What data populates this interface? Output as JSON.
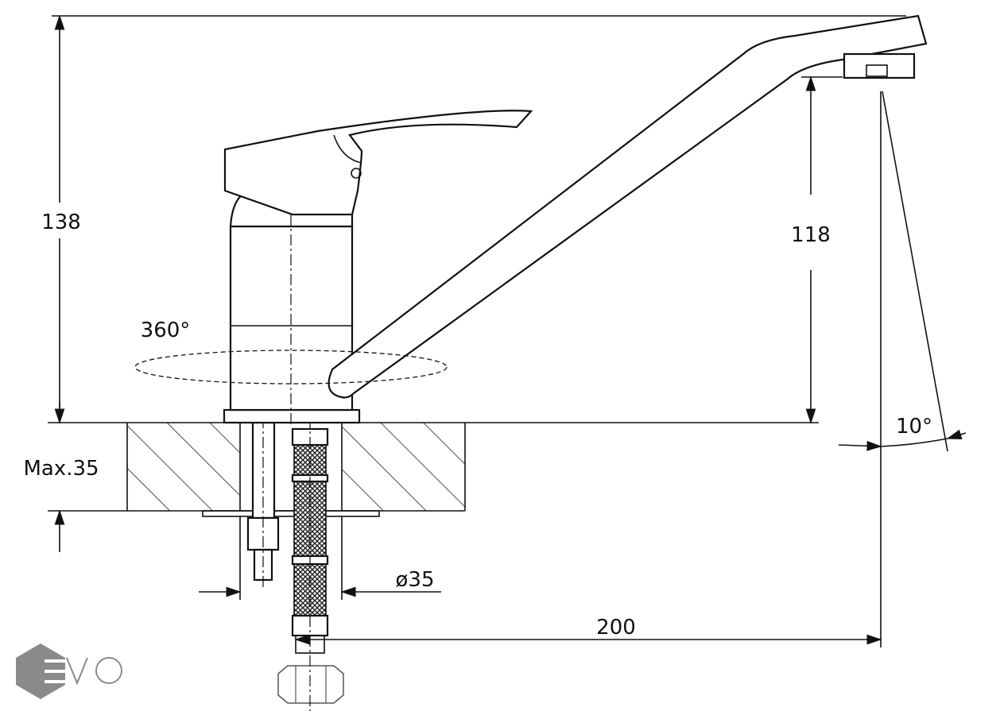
{
  "title": "Faucet technical drawing",
  "dimensions": {
    "total_height": "138",
    "spout_height": "118",
    "countertop_max": "Max.35",
    "rotation": "360°",
    "hole_diameter": "ø35",
    "spout_reach": "200",
    "spout_angle": "10°"
  },
  "logo": {
    "text": "EVO",
    "color": "#8a8a8a"
  }
}
